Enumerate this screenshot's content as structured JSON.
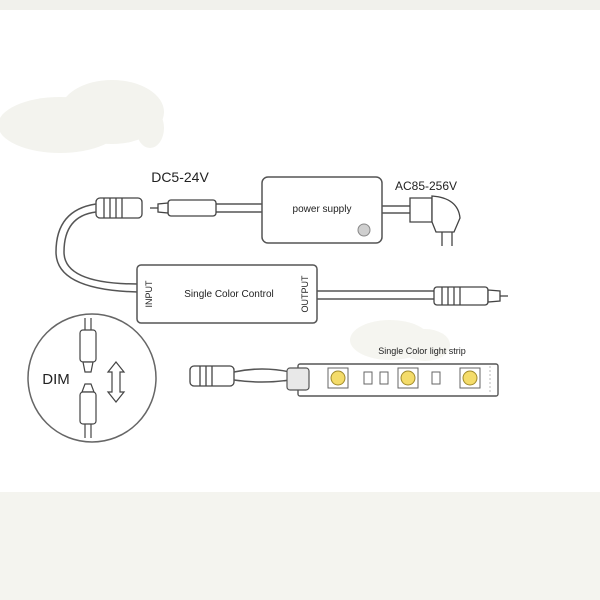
{
  "labels": {
    "input_voltage": "DC5-24V",
    "mains_voltage": "AC85-256V",
    "power_supply": "power supply",
    "controller": "Single Color Control",
    "input_port": "INPUT",
    "output_port": "OUTPUT",
    "strip": "Single Color light strip",
    "dim": "DIM"
  },
  "colors": {
    "line": "#444444",
    "led": "#f4dc6a",
    "cloud": "#f3f3ee",
    "bottom_band": "#f4f4ef"
  },
  "icons": [
    "dc-plug",
    "ac-plug",
    "dc-jack",
    "up-down-arrow"
  ]
}
